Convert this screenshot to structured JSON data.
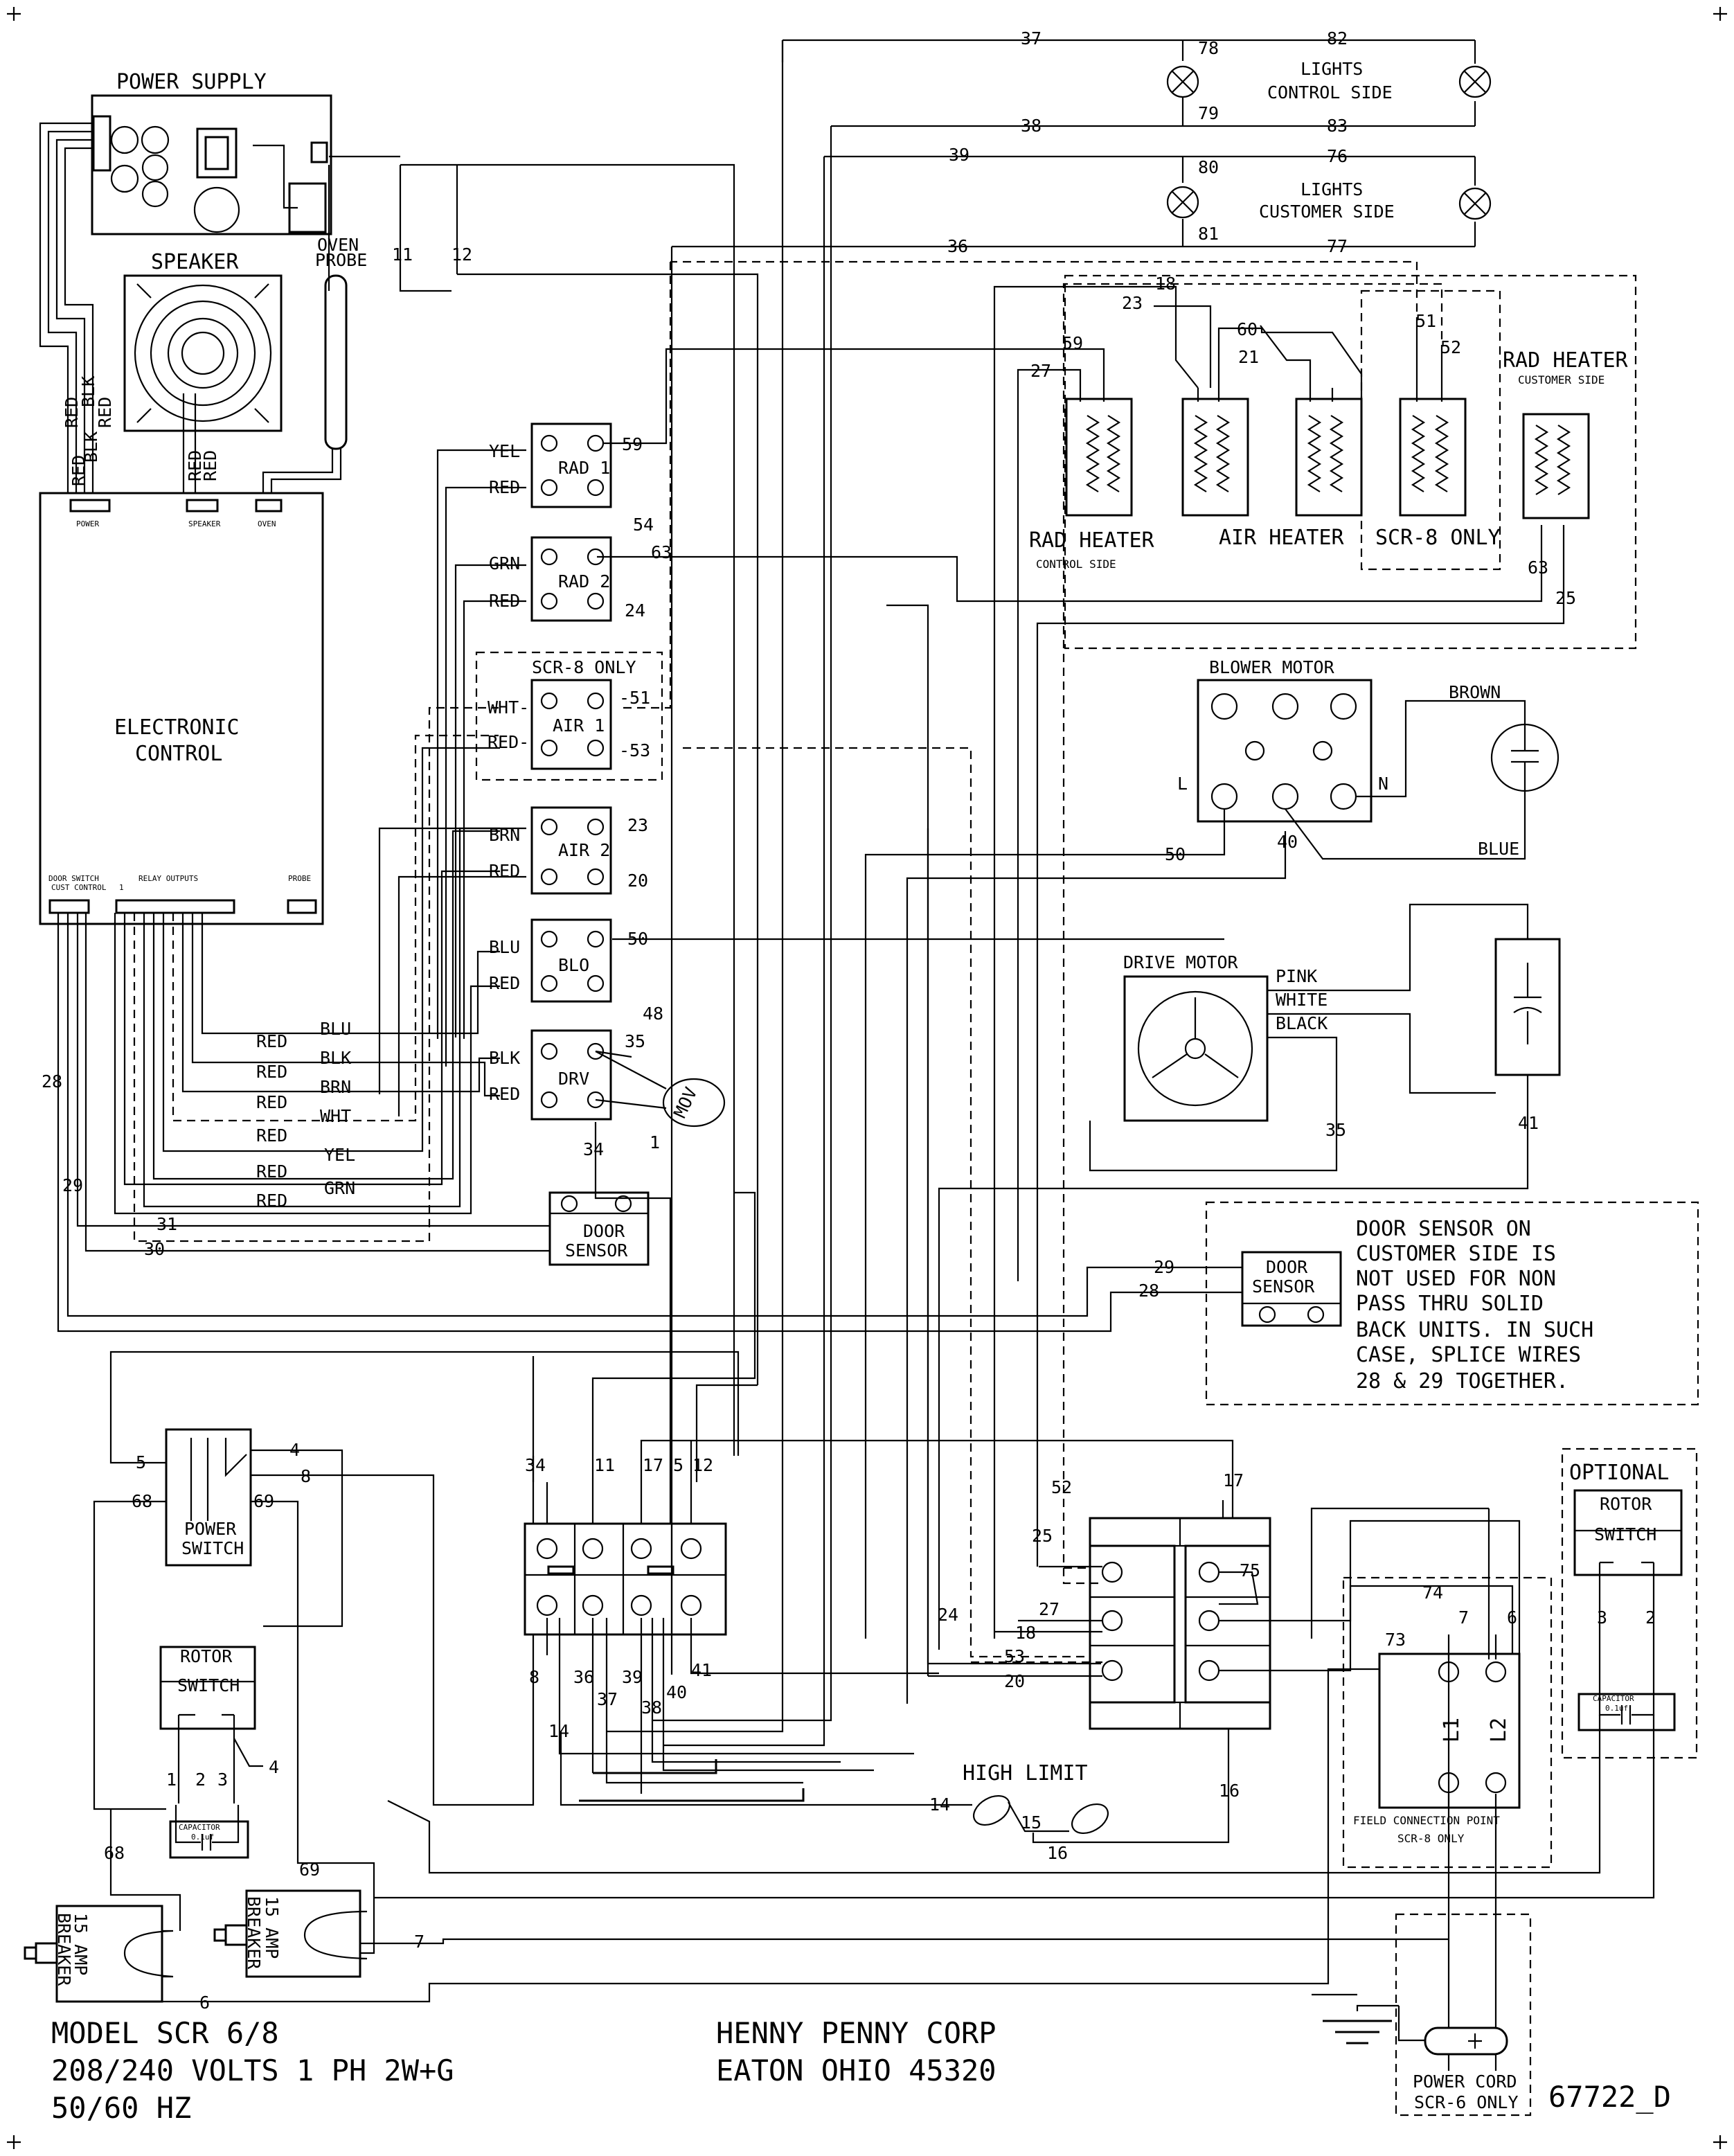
{
  "power_supply": {
    "title": "POWER SUPPLY"
  },
  "speaker": {
    "title": "SPEAKER"
  },
  "oven_probe": {
    "line1": "OVEN",
    "line2": "PROBE"
  },
  "electronic_control": {
    "line1": "ELECTRONIC",
    "line2": "CONTROL",
    "power_label": "POWER",
    "speaker_label": "SPEAKER",
    "oven_label": "OVEN",
    "door_switch_label": "DOOR SWITCH",
    "cust_control_label": "CUST CONTROL",
    "relay_outputs_label": "RELAY OUTPUTS",
    "probe_label": "PROBE",
    "relay_one": "1"
  },
  "harness_colors": {
    "red": "RED",
    "blk": "BLK"
  },
  "relays": [
    {
      "name": "RAD 1",
      "in_top": "YEL",
      "in_bot": "RED",
      "out_top": "59",
      "out_bot": "54"
    },
    {
      "name": "RAD 2",
      "in_top": "GRN",
      "in_bot": "RED",
      "out_top": "63",
      "out_bot": "24"
    },
    {
      "name": "AIR 1",
      "in_top": "WHT-",
      "in_bot": "RED-",
      "out_top": "-51",
      "out_bot": "-53",
      "note": "SCR-8 ONLY"
    },
    {
      "name": "AIR 2",
      "in_top": "BRN",
      "in_bot": "RED",
      "out_top": "23",
      "out_bot": "20"
    },
    {
      "name": "BLO",
      "in_top": "BLU",
      "in_bot": "RED",
      "out_top": "50",
      "out_bot": "48"
    },
    {
      "name": "DRV",
      "in_top": "BLK",
      "in_bot": "RED",
      "out_top": "35",
      "out_bot": "34",
      "extra": "1"
    }
  ],
  "mov": "MOV",
  "relay_harness": [
    "BLU",
    "RED",
    "BLK",
    "RED",
    "BRN",
    "RED",
    "WHT",
    "RED",
    "YEL",
    "RED",
    "GRN",
    "RED"
  ],
  "door_sensor": {
    "line1": "DOOR",
    "line2": "SENSOR",
    "wire_a": "31",
    "wire_b": "30",
    "wire_c": "28",
    "wire_d": "29"
  },
  "door_sensor_customer": {
    "line1": "DOOR",
    "line2": "SENSOR",
    "wire_a": "29",
    "wire_b": "28"
  },
  "door_note": [
    "DOOR SENSOR ON",
    "CUSTOMER SIDE IS",
    "NOT USED FOR NON",
    "PASS THRU SOLID",
    "BACK UNITS. IN SUCH",
    "CASE, SPLICE WIRES",
    "28 & 29 TOGETHER."
  ],
  "lights": {
    "control": {
      "line1": "LIGHTS",
      "line2": "CONTROL SIDE",
      "w_top_left": "37",
      "w_top_right": "82",
      "w_bot_left": "38",
      "w_bot_right": "83",
      "lamp_top": "78",
      "lamp_bot": "79"
    },
    "customer": {
      "line1": "LIGHTS",
      "line2": "CUSTOMER SIDE",
      "w_top_left": "39",
      "w_top_right": "76",
      "w_bot_left": "36",
      "w_bot_right": "77",
      "lamp_top": "80",
      "lamp_bot": "81"
    }
  },
  "heaters": {
    "rad_control": {
      "line1": "RAD HEATER",
      "line2": "CONTROL SIDE",
      "wires": [
        "27",
        "59"
      ]
    },
    "air": {
      "label": "AIR HEATER",
      "wires": [
        "18",
        "23",
        "60",
        "21"
      ]
    },
    "scr8": {
      "label": "SCR-8 ONLY",
      "wires": [
        "51",
        "52"
      ]
    },
    "rad_customer": {
      "line1": "RAD HEATER",
      "line2": "CUSTOMER SIDE",
      "wires": [
        "63",
        "25"
      ]
    }
  },
  "blower_motor": {
    "title": "BLOWER MOTOR",
    "l": "L",
    "n": "N",
    "brown": "BROWN",
    "blue": "BLUE",
    "w50": "50",
    "w40": "40"
  },
  "drive_motor": {
    "title": "DRIVE MOTOR",
    "pink": "PINK",
    "white": "WHITE",
    "black": "BLACK",
    "w35": "35",
    "w41": "41"
  },
  "power_switch": {
    "line1": "POWER",
    "line2": "SWITCH",
    "wires": [
      "5",
      "4",
      "8",
      "68",
      "69"
    ]
  },
  "rotor_switch": {
    "line1": "ROTOR",
    "line2": "SWITCH",
    "t1": "1",
    "t2": "2",
    "t3": "3",
    "w4": "4",
    "cap1": "CAPACITOR",
    "cap2": "0.1uf"
  },
  "rotor_switch_opt": {
    "header": "OPTIONAL",
    "line1": "ROTOR",
    "line2": "SWITCH",
    "t3": "3",
    "t2": "2",
    "cap1": "CAPACITOR",
    "cap2": "0.1uf"
  },
  "terminal_block": {
    "top": [
      "34",
      "11",
      "17",
      "5",
      "12"
    ],
    "bot": [
      "8",
      "36",
      "39",
      "41",
      "14",
      "37",
      "38",
      "40"
    ]
  },
  "terminal_block_right": {
    "left": [
      "25",
      "52",
      "27",
      "18",
      "24",
      "53",
      "20"
    ],
    "right": [
      "17",
      "75",
      "16"
    ]
  },
  "field_connection": {
    "line1": "FIELD CONNECTION POINT",
    "line2": "SCR-8 ONLY",
    "l1": "L1",
    "l2": "L2",
    "w74": "74",
    "w73": "73",
    "w7": "7",
    "w6": "6"
  },
  "high_limit": {
    "title": "HIGH LIMIT",
    "w14": "14",
    "w15": "15",
    "w16": "16"
  },
  "breakers": {
    "line1": "15 AMP",
    "line2": "BREAKER",
    "w68": "68",
    "w69": "69",
    "w7": "7",
    "w6": "6"
  },
  "power_cord": {
    "line1": "POWER CORD",
    "line2": "SCR-6 ONLY"
  },
  "misc_wires": {
    "w11": "11",
    "w12": "12"
  },
  "footer": {
    "model": "MODEL SCR 6/8",
    "volts": "208/240 VOLTS 1 PH 2W+G",
    "hz": "50/60 HZ",
    "company": "HENNY PENNY CORP",
    "address": "EATON OHIO 45320",
    "drawing_no": "67722_D"
  }
}
